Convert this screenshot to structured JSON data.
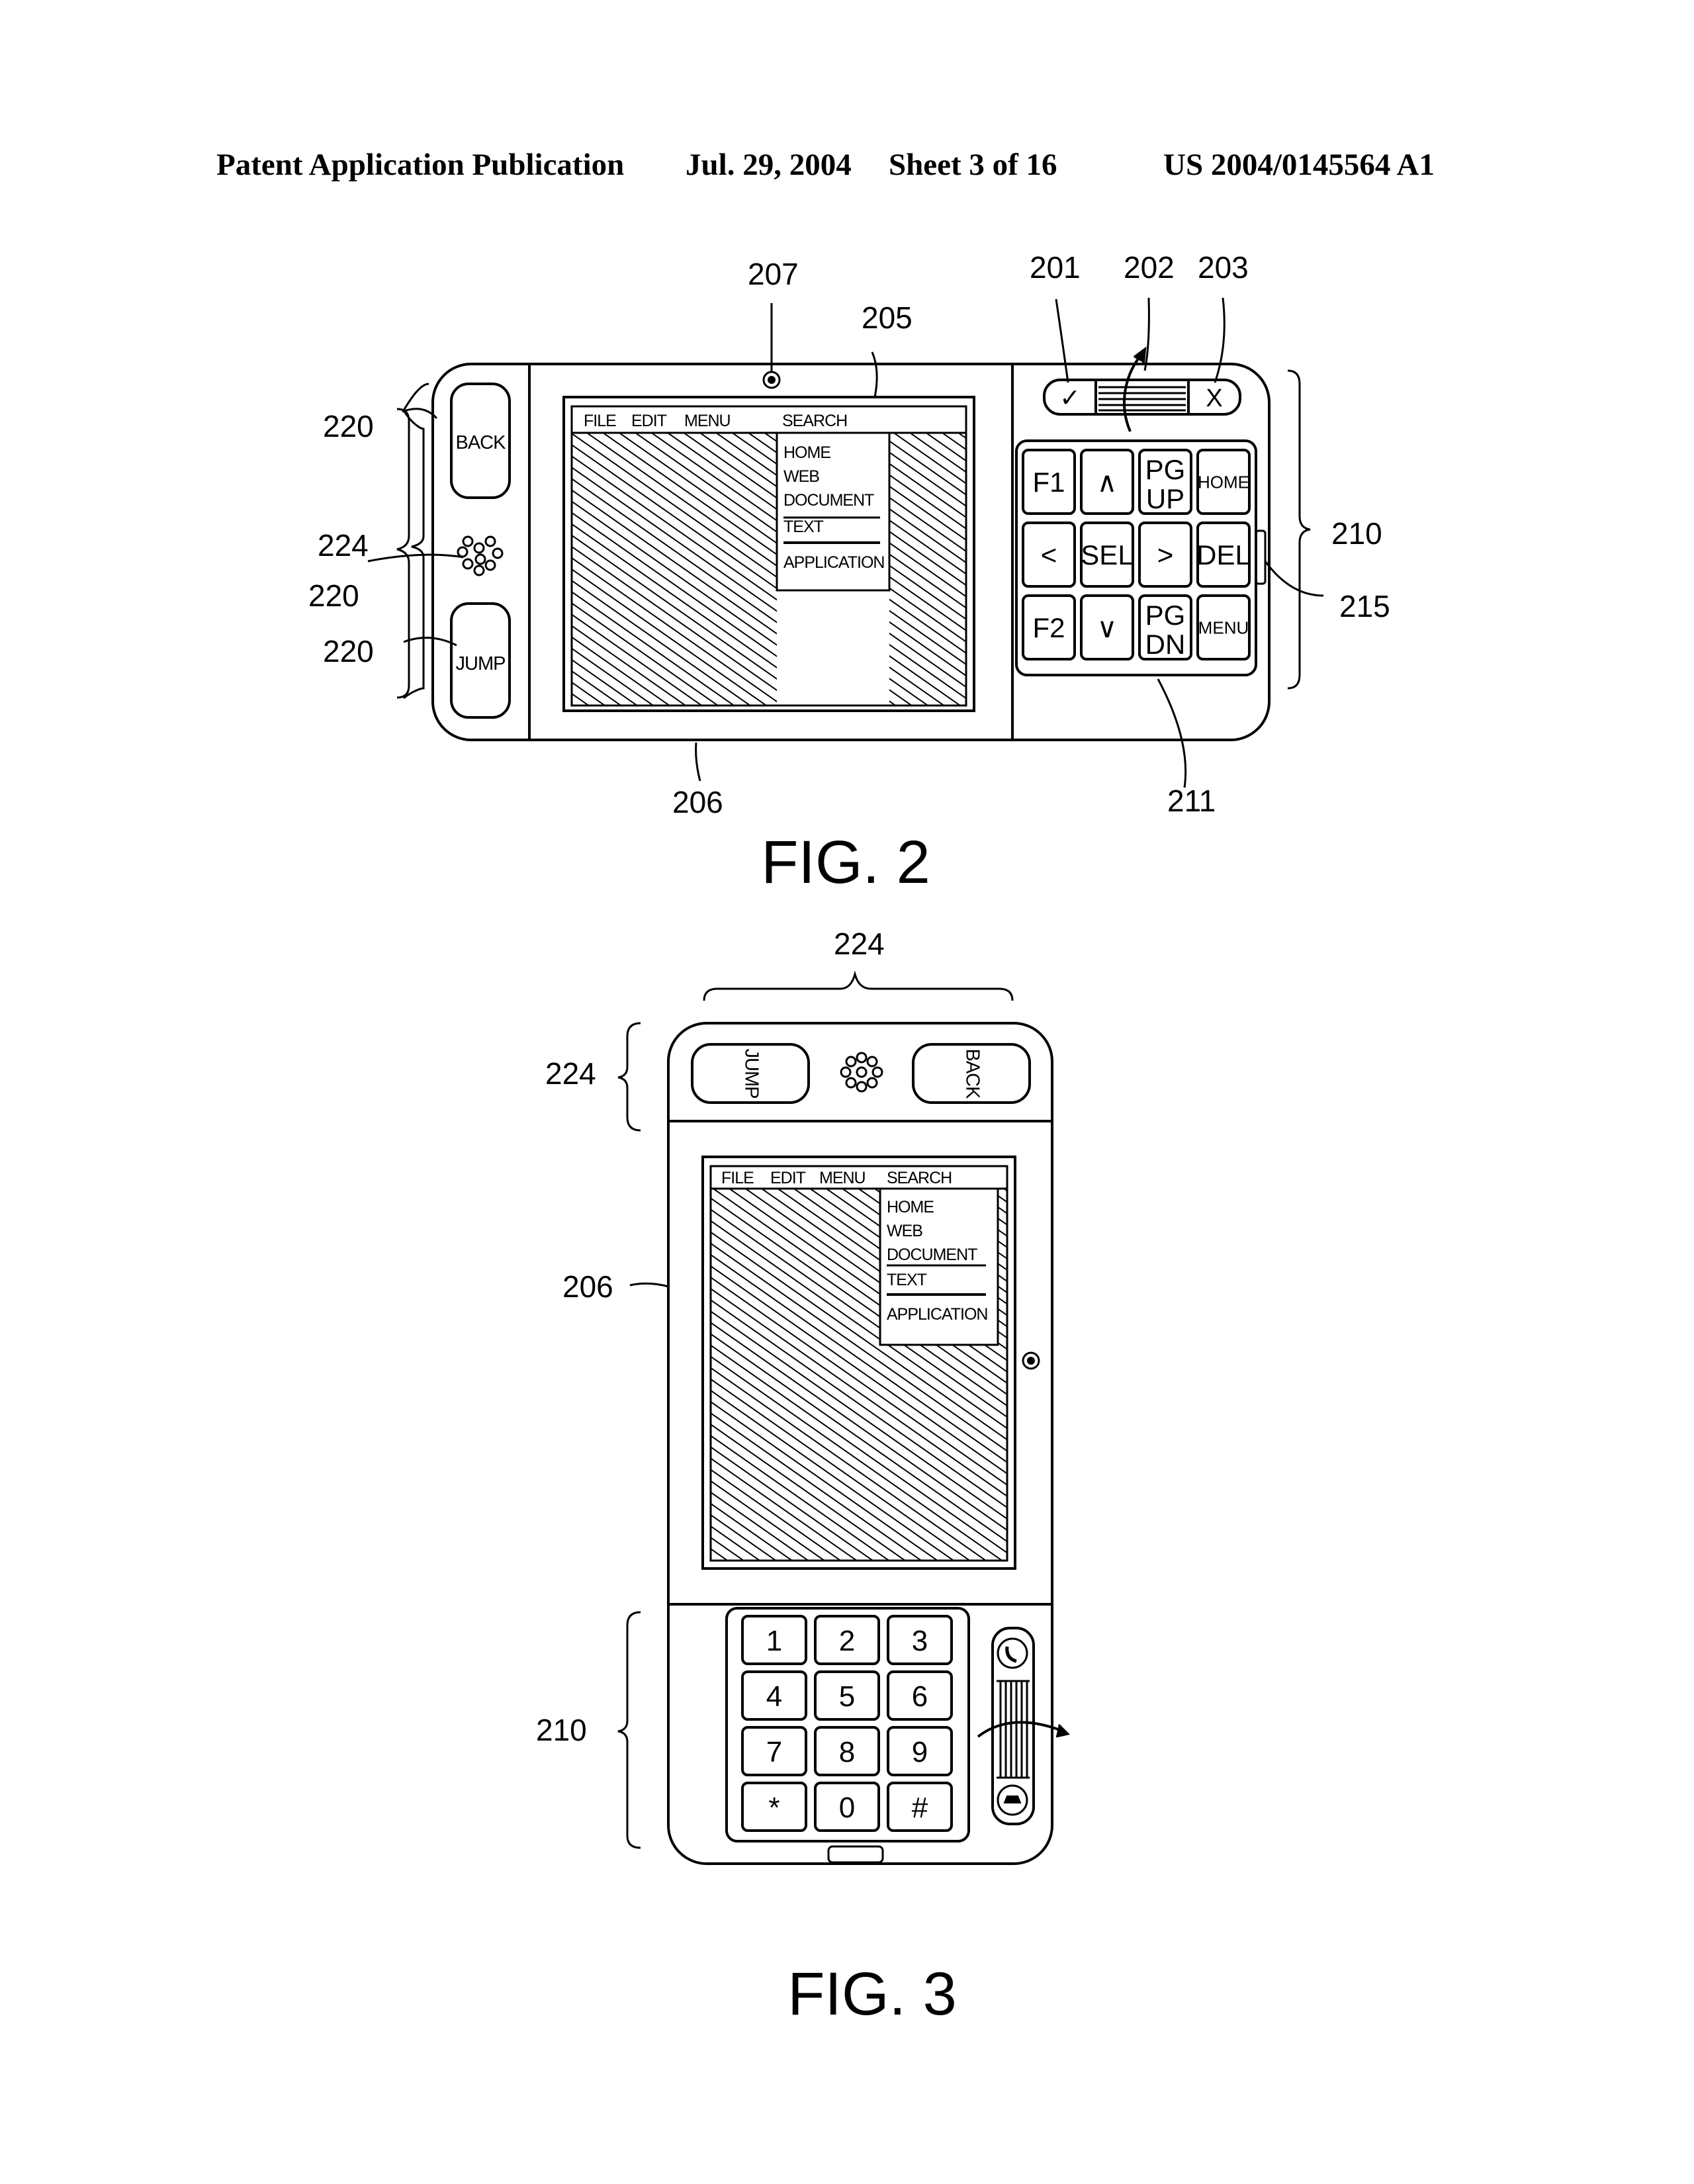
{
  "header": {
    "publication": "Patent Application Publication",
    "date": "Jul. 29, 2004",
    "sheet": "Sheet 3 of 16",
    "number": "US 2004/0145564 A1"
  },
  "fig2": {
    "caption": "FIG. 2",
    "labels": {
      "l207": "207",
      "l205": "205",
      "l201": "201",
      "l202": "202",
      "l203": "203",
      "l220a": "220",
      "l224": "224",
      "l220b": "220",
      "l220c": "220",
      "l210": "210",
      "l215": "215",
      "l206": "206",
      "l211": "211"
    },
    "back_button": "BACK",
    "jump_button": "JUMP",
    "check_symbol": "✓",
    "close_symbol": "X",
    "menu_bar": [
      "FILE",
      "EDIT",
      "MENU",
      "SEARCH"
    ],
    "dropdown": [
      "HOME",
      "WEB",
      "DOCUMENT",
      "TEXT",
      "APPLICATION"
    ],
    "keys": [
      "F1",
      "∧",
      "PG UP",
      "HOME",
      "<",
      "SEL",
      ">",
      "DEL",
      "F2",
      "∨",
      "PG DN",
      "MENU"
    ]
  },
  "fig3": {
    "caption": "FIG. 3",
    "labels": {
      "l224top": "224",
      "l224left": "224",
      "l206": "206",
      "l210": "210"
    },
    "jump_button": "JUMP",
    "back_button": "BACK",
    "menu_bar": [
      "FILE",
      "EDIT",
      "MENU",
      "SEARCH"
    ],
    "dropdown": [
      "HOME",
      "WEB",
      "DOCUMENT",
      "TEXT",
      "APPLICATION"
    ],
    "keypad": [
      "1",
      "2",
      "3",
      "4",
      "5",
      "6",
      "7",
      "8",
      "9",
      "*",
      "0",
      "#"
    ]
  }
}
